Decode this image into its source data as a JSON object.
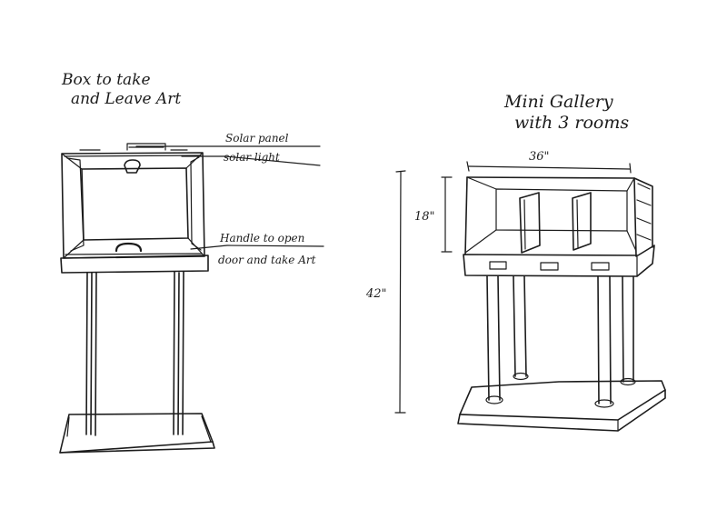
{
  "left": {
    "title_line1": "Box to take",
    "title_line2": "and Leave Art",
    "label_solar_panel": "Solar panel",
    "label_solar_light": "solar light",
    "label_handle_line1": "Handle to open",
    "label_handle_line2": "door and take Art"
  },
  "right": {
    "title_line1": "Mini Gallery",
    "title_line2": "with 3 rooms",
    "dim_width": "36\"",
    "dim_box_height": "18\"",
    "dim_total_height": "42\""
  }
}
